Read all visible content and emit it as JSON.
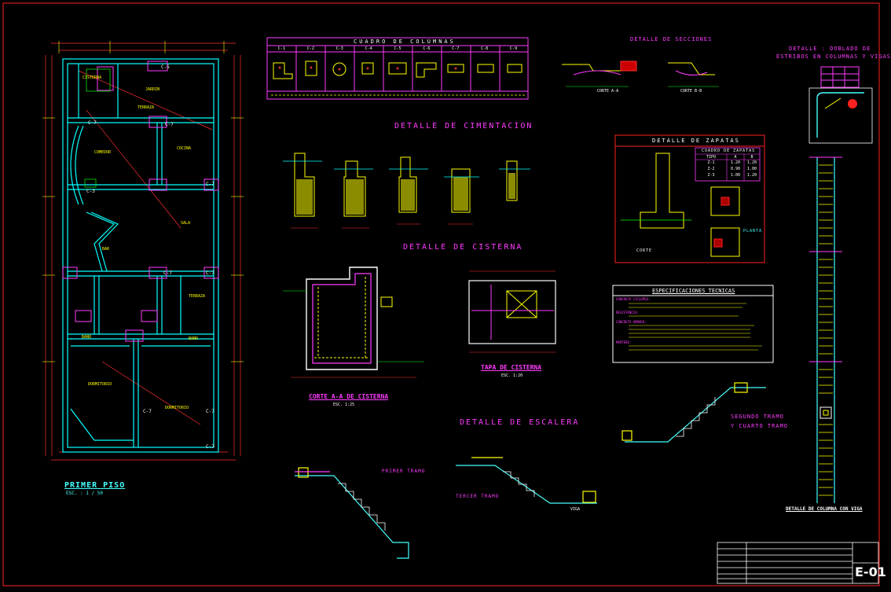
{
  "colors": {
    "background": "#000000",
    "frame": "#ff2020",
    "walls": "#00ffff",
    "detail": "#ffff00",
    "titles": "#ff3cff",
    "text": "#ffffff",
    "dims": "#00ff00"
  },
  "plan": {
    "title": "PRIMER PISO",
    "scale": "ESC. : 1 / 50",
    "rooms": [
      "CISTERNA",
      "JARDIN",
      "TERRAZA",
      "COMEDOR",
      "COCINA",
      "SALA",
      "BAR",
      "TERRAZA",
      "BAÑO",
      "BAÑO",
      "DORMITORIO",
      "DORMITORIO"
    ],
    "column_tags": [
      "C-5",
      "C-7",
      "C-7",
      "C-3",
      "C-7",
      "C-7",
      "C-7",
      "C-7",
      "C-7",
      "C-7"
    ]
  },
  "columns_table": {
    "title": "CUADRO DE COLUMNAS",
    "headers": [
      "C-1",
      "C-2",
      "C-3",
      "C-4",
      "C-5",
      "C-6",
      "C-7",
      "C-8",
      "C-9"
    ]
  },
  "sections": {
    "title": "DETALLE DE SECCIONES",
    "cuts": [
      "CORTE A-A",
      "CORTE B-B"
    ]
  },
  "stirrups": {
    "title_line1": "DETALLE : DOBLADO DE",
    "title_line2": "ESTRIBOS EN COLUMNAS Y VIGAS"
  },
  "foundation": {
    "title": "DETALLE DE CIMENTACION"
  },
  "footings": {
    "title": "DETALLE DE ZAPATAS",
    "table_title": "CUADRO DE ZAPATAS",
    "headers": [
      "TIPO",
      "A",
      "B"
    ],
    "rows": [
      [
        "Z-1",
        "1.20",
        "1.20"
      ],
      [
        "Z-2",
        "0.90",
        "1.00"
      ],
      [
        "Z-3",
        "1.00",
        "1.20"
      ]
    ],
    "corte": "CORTE",
    "planta": "PLANTA"
  },
  "cistern": {
    "title": "DETALLE DE CISTERNA",
    "cut_title": "CORTE A-A DE CISTERNA",
    "cut_scale": "ESC. 1:25",
    "lid_title": "TAPA DE CISTERNA",
    "lid_scale": "ESC. 1:20"
  },
  "specs": {
    "title": "ESPECIFICACIONES TECNICAS",
    "headings": [
      "CONCRETO CICLOPEO:",
      "RESISTENCIA:",
      "CONCRETO ARMADO:",
      "MORTERO:"
    ]
  },
  "stair": {
    "title": "DETALLE DE ESCALERA",
    "tramo1": "PRIMER TRAMO",
    "tramo3": "TERCER TRAMO",
    "tramo2_4_a": "SEGUNDO TRAMO",
    "tramo2_4_b": "Y CUARTO TRAMO",
    "viga": "VIGA"
  },
  "column_beam": {
    "title": "DETALLE DE COLUMNA CON VIGA"
  },
  "title_block": {
    "sheet": "E-01"
  }
}
